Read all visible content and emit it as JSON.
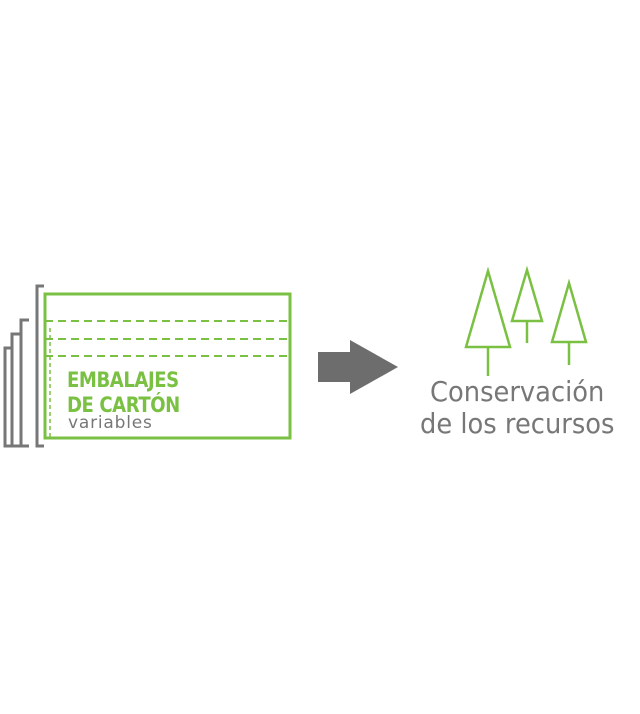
{
  "colors": {
    "accent_green": "#7ac143",
    "text_gray": "#777777",
    "stack_gray": "#777777",
    "arrow_gray": "#6d6d6d"
  },
  "box": {
    "title_line1": "EMBALAJES",
    "title_line2": "DE CARTÓN",
    "subtitle": "variables"
  },
  "arrow": {
    "icon": "right-arrow-icon"
  },
  "result": {
    "icon": "trees-icon",
    "line1": "Conservación",
    "line2": "de los recursos"
  }
}
